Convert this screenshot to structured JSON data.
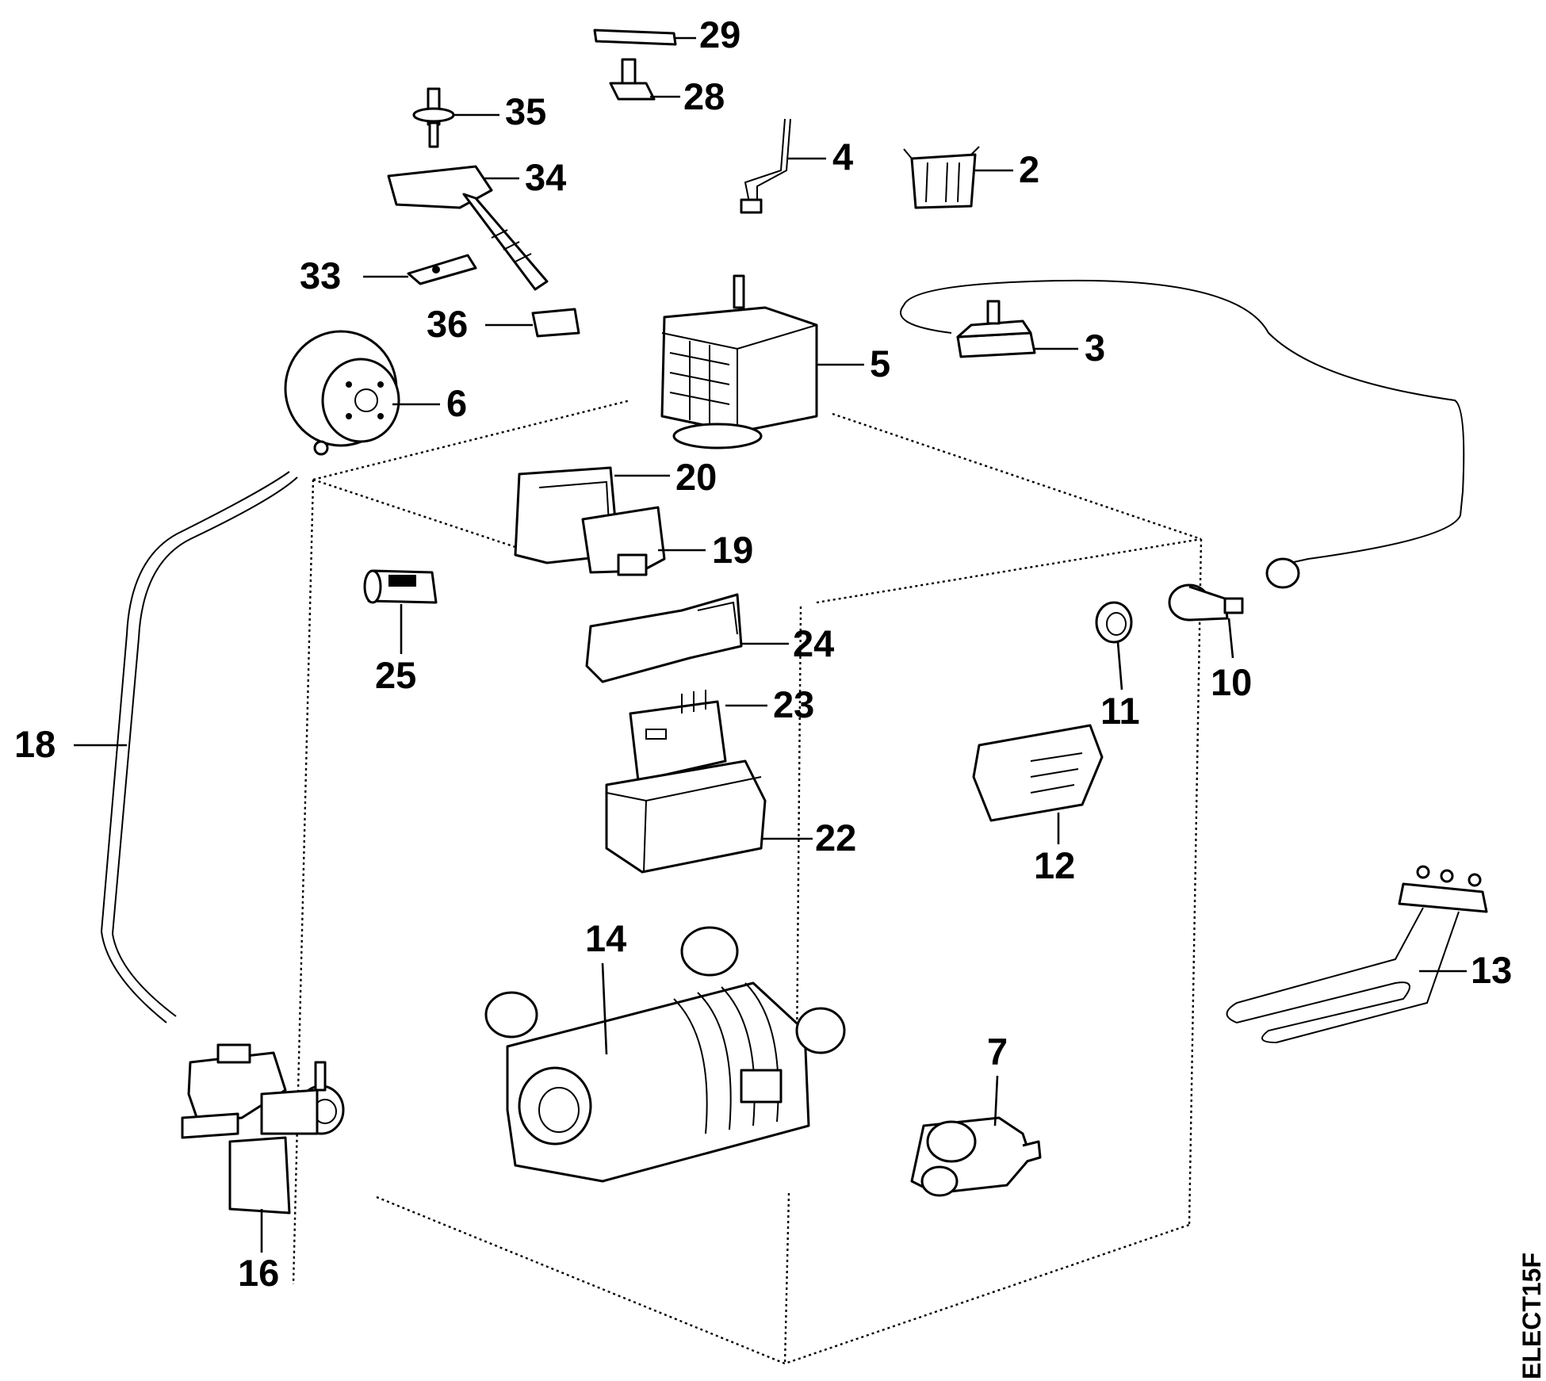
{
  "drawing_code": "ELECT15F",
  "callouts": [
    {
      "id": "29",
      "label": "29"
    },
    {
      "id": "28",
      "label": "28"
    },
    {
      "id": "35",
      "label": "35"
    },
    {
      "id": "4",
      "label": "4"
    },
    {
      "id": "2",
      "label": "2"
    },
    {
      "id": "34",
      "label": "34"
    },
    {
      "id": "33",
      "label": "33"
    },
    {
      "id": "36",
      "label": "36"
    },
    {
      "id": "3",
      "label": "3"
    },
    {
      "id": "5",
      "label": "5"
    },
    {
      "id": "6",
      "label": "6"
    },
    {
      "id": "20",
      "label": "20"
    },
    {
      "id": "19",
      "label": "19"
    },
    {
      "id": "25",
      "label": "25"
    },
    {
      "id": "24",
      "label": "24"
    },
    {
      "id": "11",
      "label": "11"
    },
    {
      "id": "10",
      "label": "10"
    },
    {
      "id": "23",
      "label": "23"
    },
    {
      "id": "18",
      "label": "18"
    },
    {
      "id": "12",
      "label": "12"
    },
    {
      "id": "22",
      "label": "22"
    },
    {
      "id": "14",
      "label": "14"
    },
    {
      "id": "13",
      "label": "13"
    },
    {
      "id": "7",
      "label": "7"
    },
    {
      "id": "16",
      "label": "16"
    }
  ]
}
